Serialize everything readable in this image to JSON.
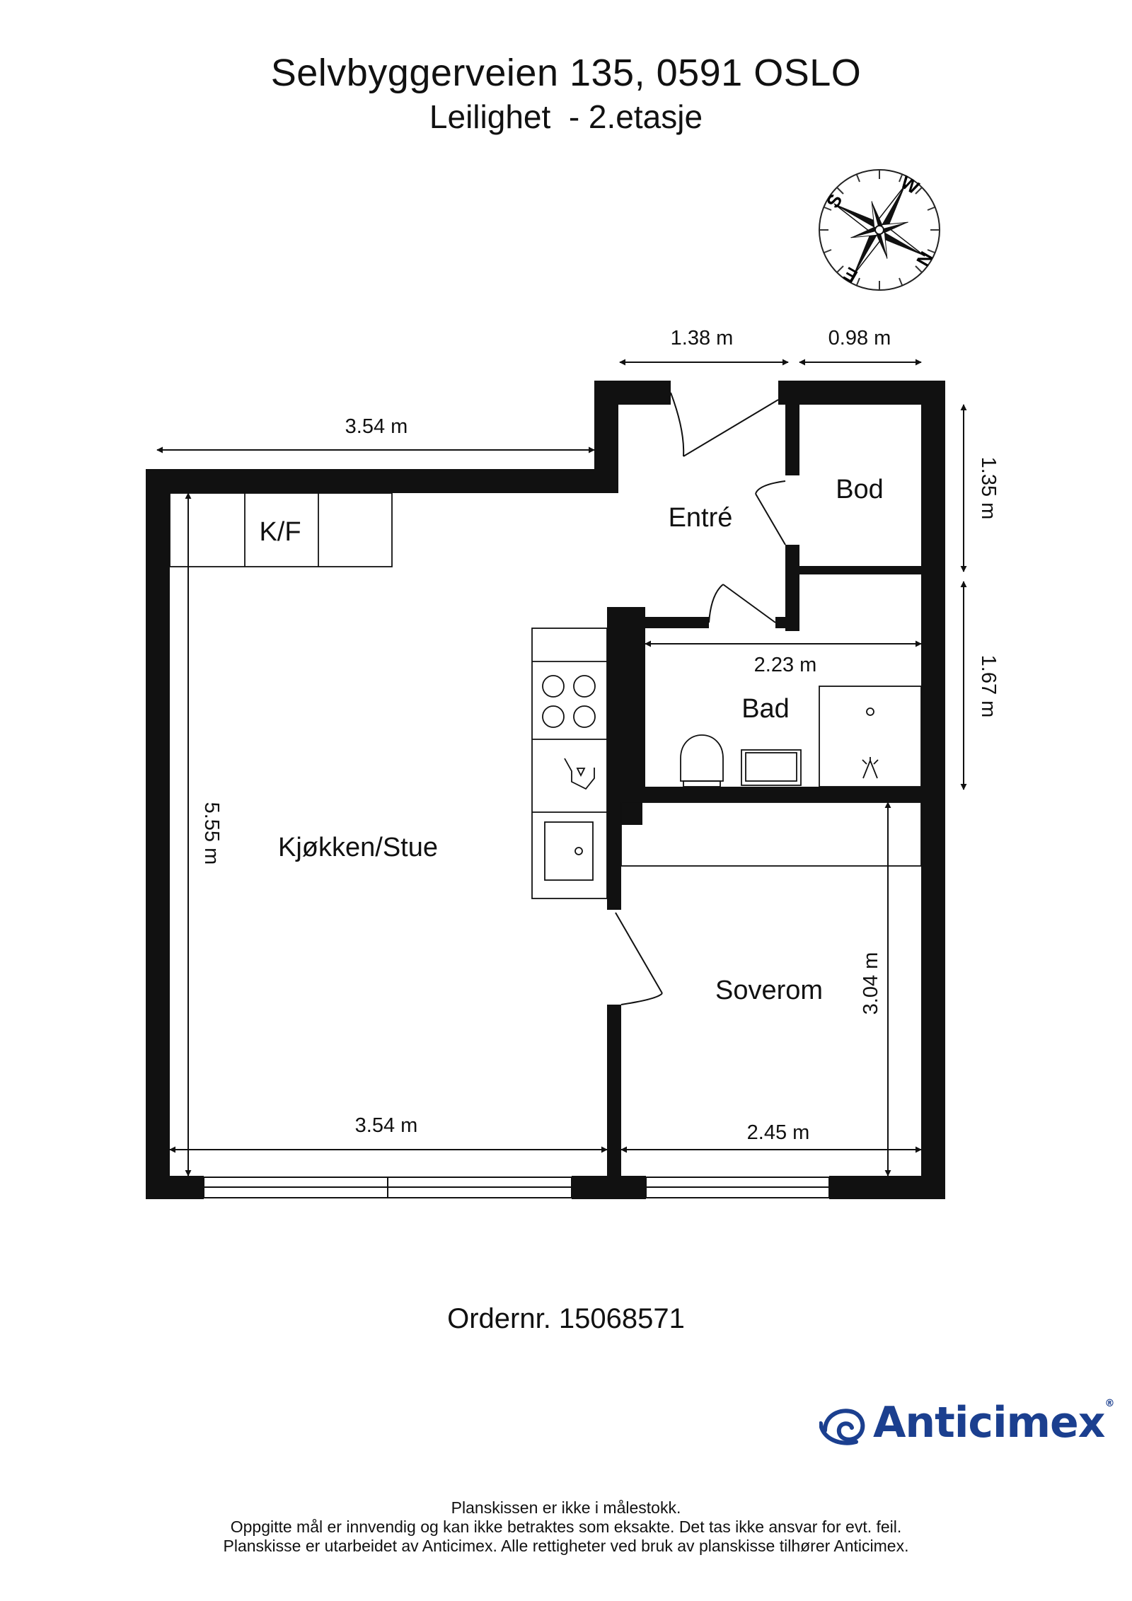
{
  "header": {
    "address": "Selvbyggerveien 135, 0591 OSLO",
    "unit": "Leilighet  - 2.etasje"
  },
  "compass": {
    "letters": {
      "W": "W",
      "S": "S",
      "N": "N",
      "E": "E"
    }
  },
  "rooms": {
    "entre": "Entré",
    "bod": "Bod",
    "kf": "K/F",
    "bad": "Bad",
    "kjokken": "Kjøkken/Stue",
    "soverom": "Soverom"
  },
  "dimensions": {
    "entry_width": "1.38 m",
    "bod_width": "0.98 m",
    "living_top_width": "3.54 m",
    "bod_depth": "1.35 m",
    "bath_depth": "1.67 m",
    "bath_width": "2.23 m",
    "living_depth": "5.55 m",
    "bedroom_depth": "3.04 m",
    "living_bottom_width": "3.54 m",
    "bedroom_width": "2.45 m"
  },
  "order": "Ordernr. 15068571",
  "logo": {
    "name": "Anticimex",
    "mark": "®",
    "color": "#1b3f8f"
  },
  "disclaimer": [
    "Planskissen er ikke i målestokk.",
    "Oppgitte mål er innvendig og kan ikke betraktes som eksakte. Det tas ikke ansvar for evt. feil.",
    "Planskisse er utarbeidet av Anticimex. Alle rettigheter ved bruk av planskisse tilhører Anticimex."
  ]
}
